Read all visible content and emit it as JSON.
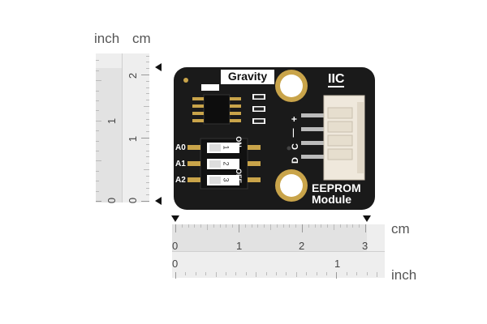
{
  "ruler_units": {
    "vertical_left_unit": "inch",
    "vertical_right_unit": "cm",
    "horizontal_top_unit": "cm",
    "horizontal_bottom_unit": "inch"
  },
  "vertical_inch_ticks": [
    "0",
    "1"
  ],
  "vertical_cm_ticks": [
    "0",
    "1",
    "2"
  ],
  "horizontal_cm_ticks": [
    "0",
    "1",
    "2",
    "3"
  ],
  "horizontal_inch_ticks": [
    "0",
    "1"
  ],
  "board": {
    "brand": "Gravity",
    "interface": "IIC",
    "name_line1": "EEPROM",
    "name_line2": "Module",
    "pin_labels": [
      "D",
      "C",
      "—",
      "+"
    ],
    "address_labels": [
      "A0",
      "A1",
      "A2"
    ],
    "switch_numbers": [
      "1",
      "2",
      "3"
    ],
    "switch_on": "ON",
    "switch_off": "OFF",
    "pcb_color": "#1a1a1a",
    "connector_color": "#efe8dc",
    "pad_color": "#c9a44a"
  }
}
